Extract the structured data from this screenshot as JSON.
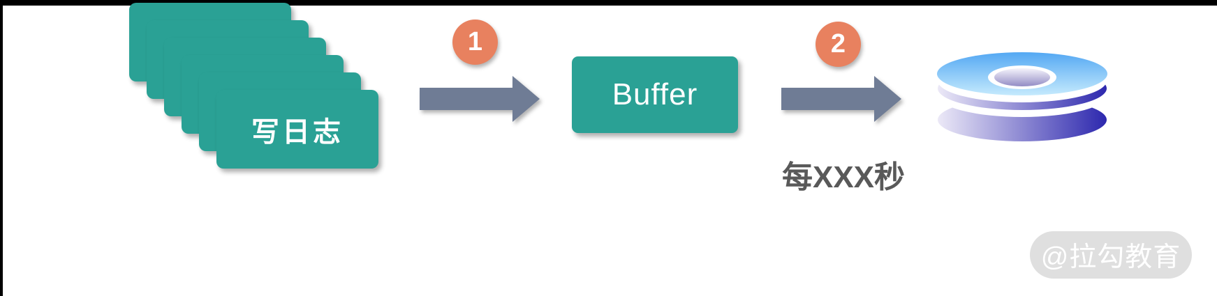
{
  "colors": {
    "teal": "#2aa195",
    "coral": "#e8815f",
    "arrow_gray": "#6f7c95",
    "label_gray": "#595959",
    "card_text": "#ffffff",
    "watermark_bg": "#dfdfdf",
    "watermark_text": "#ffffff",
    "bar_black": "#000000",
    "disk_top_start": "#54a8f3",
    "disk_top_end": "#c5eafd",
    "disk_band_start": "#ece9f7",
    "disk_band_end": "#2d28ae",
    "disk_hole_start": "#f5f4fb",
    "disk_hole_end": "#938cc5"
  },
  "icons": {
    "arrow": "arrow-right-icon",
    "disk": "disk-icon"
  },
  "diagram": {
    "log_stack": {
      "card_count": 6,
      "front_label": "写日志"
    },
    "step1": {
      "badge": "1"
    },
    "buffer": {
      "label": "Buffer"
    },
    "step2": {
      "badge": "2",
      "caption": "每XXX秒"
    },
    "watermark": {
      "text": "@拉勾教育"
    }
  }
}
